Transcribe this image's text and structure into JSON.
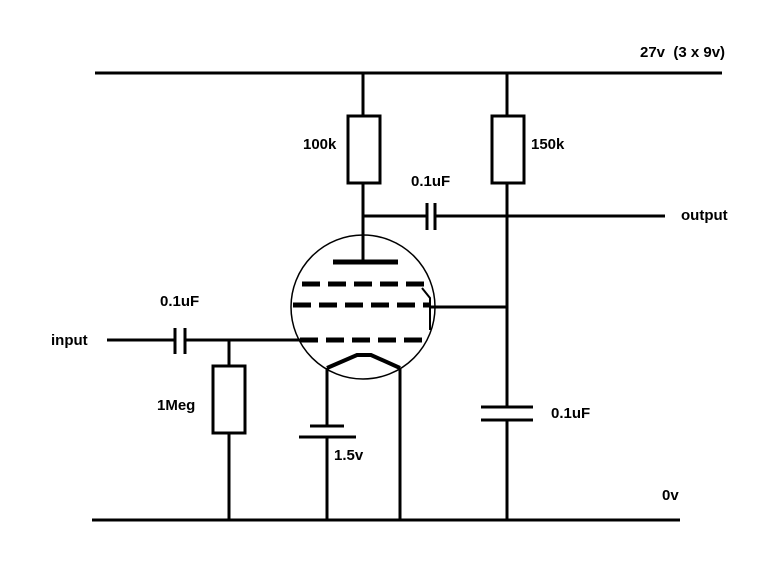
{
  "labels": {
    "supply": "27v  (3 x 9v)",
    "ground": "0v",
    "r_plate": "100k",
    "r_screen": "150k",
    "c_output": "0.1uF",
    "output": "output",
    "c_input": "0.1uF",
    "input": "input",
    "r_grid": "1Meg",
    "battery": "1.5v",
    "c_screen": "0.1uF"
  },
  "colors": {
    "ink": "#000000",
    "background": "#ffffff"
  }
}
